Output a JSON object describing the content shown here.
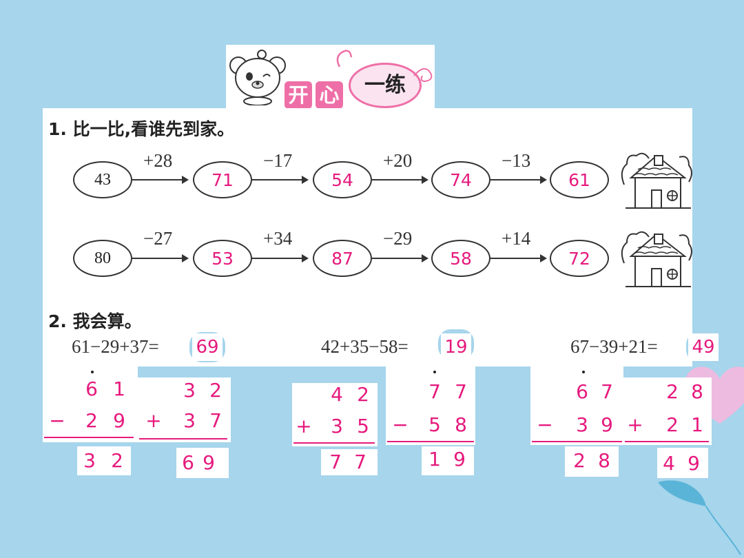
{
  "banner": {
    "word1": "开",
    "word2": "心",
    "word3": "一练"
  },
  "q1": {
    "title": "1. 比一比,看谁先到家。",
    "row1": {
      "start": "43",
      "ops": [
        "+28",
        "−17",
        "+20",
        "−13"
      ],
      "answers": [
        "71",
        "54",
        "74",
        "61"
      ]
    },
    "row2": {
      "start": "80",
      "ops": [
        "−27",
        "+34",
        "−29",
        "+14"
      ],
      "answers": [
        "53",
        "87",
        "58",
        "72"
      ]
    }
  },
  "q2": {
    "title": "2. 我会算。",
    "eq1": {
      "text": "61−29+37=",
      "answer": "69"
    },
    "eq2": {
      "text": "42+35−58=",
      "answer": "19"
    },
    "eq3": {
      "text": "67−39+21=",
      "answer": "49"
    },
    "calcs": [
      {
        "top": [
          "6",
          "1"
        ],
        "op": "−",
        "bottom": [
          "2",
          "9"
        ],
        "result": [
          "3",
          "2"
        ]
      },
      {
        "top": [
          "3",
          "2"
        ],
        "op": "+",
        "bottom": [
          "3",
          "7"
        ],
        "result": [
          "6",
          "9"
        ]
      },
      {
        "top": [
          "4",
          "2"
        ],
        "op": "+",
        "bottom": [
          "3",
          "5"
        ],
        "result": [
          "7",
          "7"
        ]
      },
      {
        "top": [
          "7",
          "7"
        ],
        "op": "−",
        "bottom": [
          "5",
          "8"
        ],
        "result": [
          "1",
          "9"
        ]
      },
      {
        "top": [
          "6",
          "7"
        ],
        "op": "−",
        "bottom": [
          "3",
          "9"
        ],
        "result": [
          "2",
          "8"
        ]
      },
      {
        "top": [
          "2",
          "8"
        ],
        "op": "+",
        "bottom": [
          "2",
          "1"
        ],
        "result": [
          "4",
          "9"
        ]
      }
    ]
  },
  "colors": {
    "background": "#a6d5ec",
    "answer": "#e6197d",
    "accent": "#ee6fa7"
  }
}
